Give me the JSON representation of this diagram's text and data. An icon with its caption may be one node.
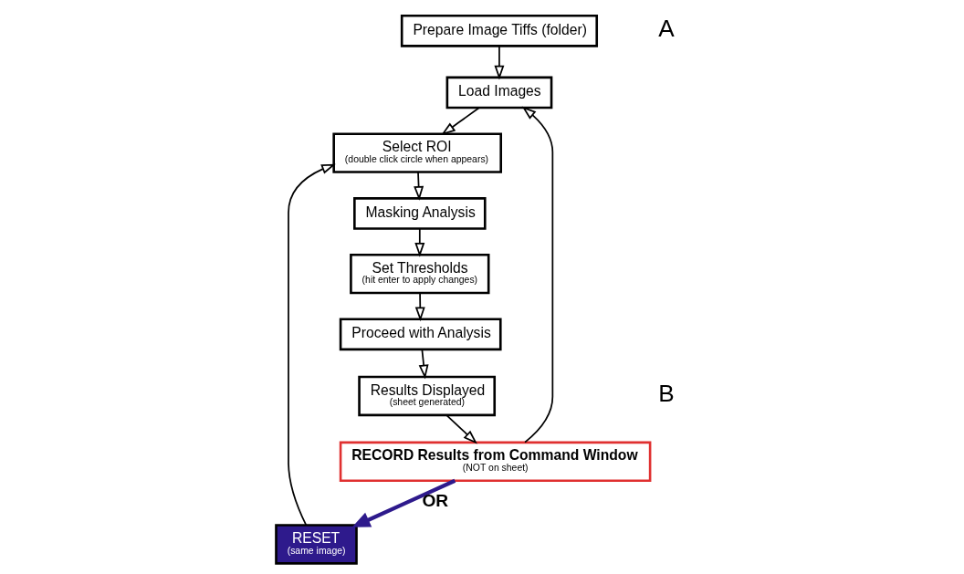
{
  "diagram": {
    "nodes": [
      {
        "text": [
          "Prepare Image Tiffs (folder)"
        ]
      },
      {
        "text": [
          "Load Images"
        ]
      },
      {
        "text": [
          "Select ROI",
          "(double click circle when appears)"
        ]
      },
      {
        "text": [
          "RESET",
          "(same image)"
        ]
      },
      {
        "text": [
          "Masking Analysis"
        ]
      },
      {
        "text": [
          "Set Thresholds",
          "(hit enter to apply changes)"
        ]
      },
      {
        "text": [
          "Proceed with Analysis"
        ]
      },
      {
        "text": [
          "Results Displayed",
          "(sheet generated)"
        ]
      },
      {
        "text": [
          "RECORD Results from Command Window",
          "(NOT on sheet)"
        ]
      }
    ],
    "edges": [
      {
        "from": 0,
        "to": 1,
        "arrow": "to"
      },
      {
        "from": 1,
        "to": 2,
        "arrow": "to"
      },
      {
        "from": 3,
        "to": 2,
        "arrow": "to"
      },
      {
        "from": 2,
        "to": 4,
        "arrow": "to"
      },
      {
        "from": 4,
        "to": 5,
        "arrow": "to"
      },
      {
        "from": 5,
        "to": 6,
        "arrow": "to"
      },
      {
        "from": 6,
        "to": 7,
        "arrow": "to"
      },
      {
        "from": 7,
        "to": 8,
        "arrow": "to"
      },
      {
        "from": 8,
        "to": 1,
        "arrow": "to"
      },
      {
        "from": 8,
        "to": 3,
        "arrow": "to",
        "label": "OR",
        "style": "thick",
        "color": "#2e1a8c"
      }
    ],
    "labels": [
      "A",
      "B"
    ]
  }
}
